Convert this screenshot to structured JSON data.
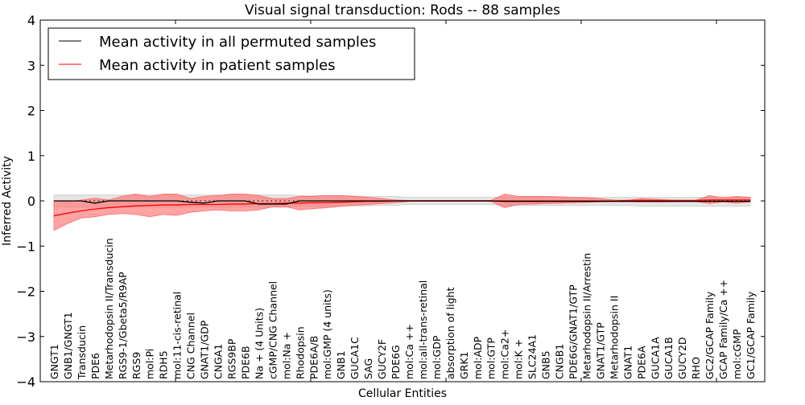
{
  "chart_data": {
    "type": "line",
    "title": "Visual signal transduction: Rods -- 88 samples",
    "xlabel": "Cellular Entities",
    "ylabel": "Inferred Activity",
    "ylim": [
      -4,
      4
    ],
    "yticks": [
      -4,
      -3,
      -2,
      -1,
      0,
      1,
      2,
      3,
      4
    ],
    "legend_placement": "top-left",
    "categories": [
      "GNGT1",
      "GNB1/GNGT1",
      "Transducin",
      "PDE6",
      "Metarhodopsin II/Transducin",
      "RGS9-1/Gbeta5/R9AP",
      "RGS9",
      "mol:Pi",
      "RDH5",
      "mol:11-cis-retinal",
      "CNG Channel",
      "GNAT1/GDP",
      "CNGA1",
      "RGS9BP",
      "PDE6B",
      "Na + (4 Units)",
      "cGMP/CNG Channel",
      "mol:Na +",
      "Rhodopsin",
      "PDE6A/B",
      "mol:GMP (4 units)",
      "GNB1",
      "GUCA1C",
      "SAG",
      "GUCY2F",
      "PDE6G",
      "mol:Ca ++",
      "mol:all-trans-retinal",
      "mol:GDP",
      "absorption of light",
      "GRK1",
      "mol:ADP",
      "mol:GTP",
      "mol:Ca2+",
      "mol:K +",
      "SLC24A1",
      "GNB5",
      "CNGB1",
      "PDE6G/GNAT1/GTP",
      "Metarhodopsin II/Arrestin",
      "GNAT1/GTP",
      "Metarhodopsin II",
      "GNAT1",
      "PDE6A",
      "GUCA1A",
      "GUCA1B",
      "GUCY2D",
      "RHO",
      "GC2/GCAP Family",
      "GCAP Family/Ca ++",
      "mol:cGMP",
      "GC1/GCAP Family"
    ],
    "series": [
      {
        "name": "Mean activity in all permuted samples",
        "color": "#000000",
        "values": [
          0,
          0,
          0,
          -0.05,
          0,
          0,
          0,
          0,
          0,
          0,
          -0.03,
          -0.05,
          0,
          0,
          0,
          -0.07,
          -0.07,
          -0.07,
          0,
          0,
          0,
          0,
          0,
          0,
          0,
          0,
          0,
          0,
          0,
          0,
          0,
          0,
          0,
          -0.01,
          -0.01,
          -0.01,
          -0.01,
          -0.01,
          -0.01,
          -0.01,
          -0.01,
          -0.01,
          -0.01,
          -0.01,
          -0.01,
          -0.01,
          -0.01,
          -0.01,
          -0.01,
          -0.01,
          -0.01,
          -0.01
        ],
        "band_lower": [
          -0.14,
          -0.14,
          -0.14,
          -0.14,
          -0.14,
          -0.14,
          -0.14,
          -0.14,
          -0.14,
          -0.14,
          -0.14,
          -0.14,
          -0.14,
          -0.14,
          -0.14,
          -0.14,
          -0.14,
          -0.14,
          -0.12,
          -0.12,
          -0.12,
          -0.11,
          -0.11,
          -0.11,
          -0.1,
          -0.1,
          -0.08,
          -0.08,
          -0.08,
          -0.08,
          -0.08,
          -0.08,
          -0.08,
          -0.1,
          -0.1,
          -0.1,
          -0.1,
          -0.1,
          -0.1,
          -0.1,
          -0.1,
          -0.1,
          -0.1,
          -0.12,
          -0.12,
          -0.12,
          -0.12,
          -0.12,
          -0.12,
          -0.12,
          -0.12,
          -0.12
        ],
        "band_upper": [
          0.13,
          0.13,
          0.13,
          0.13,
          0.13,
          0.13,
          0.13,
          0.13,
          0.13,
          0.13,
          0.13,
          0.13,
          0.13,
          0.13,
          0.13,
          0.13,
          0.13,
          0.13,
          0.12,
          0.12,
          0.12,
          0.11,
          0.11,
          0.1,
          0.1,
          0.1,
          0.08,
          0.08,
          0.08,
          0.08,
          0.08,
          0.08,
          0.08,
          0.08,
          0.08,
          0.08,
          0.08,
          0.08,
          0.08,
          0.08,
          0.08,
          0.08,
          0.08,
          0.08,
          0.08,
          0.08,
          0.08,
          0.08,
          0.08,
          0.08,
          0.08,
          0.08
        ],
        "band_color": "#cccccc"
      },
      {
        "name": "Mean activity in patient samples",
        "color": "#ff0000",
        "values": [
          -0.33,
          -0.27,
          -0.22,
          -0.18,
          -0.15,
          -0.13,
          -0.11,
          -0.1,
          -0.09,
          -0.09,
          -0.08,
          -0.08,
          -0.08,
          -0.07,
          -0.07,
          -0.06,
          -0.06,
          -0.05,
          -0.05,
          -0.04,
          -0.04,
          -0.03,
          -0.02,
          -0.01,
          -0.01,
          0,
          0,
          0,
          0,
          0,
          0,
          0,
          0,
          0,
          0,
          0,
          0,
          0,
          0,
          0,
          0,
          0,
          0.01,
          0.01,
          0.01,
          0.01,
          0.01,
          0.01,
          0.02,
          0.02,
          0.02,
          0.02
        ],
        "band_lower": [
          -0.65,
          -0.5,
          -0.38,
          -0.35,
          -0.3,
          -0.28,
          -0.3,
          -0.35,
          -0.3,
          -0.32,
          -0.25,
          -0.22,
          -0.2,
          -0.22,
          -0.22,
          -0.2,
          -0.13,
          -0.13,
          -0.2,
          -0.17,
          -0.15,
          -0.12,
          -0.1,
          -0.08,
          -0.06,
          -0.04,
          -0.01,
          -0.01,
          -0.01,
          -0.01,
          -0.01,
          -0.01,
          -0.01,
          -0.15,
          -0.08,
          -0.07,
          -0.06,
          -0.05,
          -0.04,
          -0.03,
          -0.02,
          -0.01,
          -0.01,
          -0.02,
          -0.02,
          -0.02,
          -0.01,
          -0.01,
          -0.06,
          -0.02,
          -0.05,
          -0.02
        ],
        "band_upper": [
          0.0,
          -0.02,
          0.02,
          0.06,
          0.02,
          0.1,
          0.15,
          0.1,
          0.15,
          0.15,
          0.05,
          0.1,
          0.12,
          0.15,
          0.15,
          0.12,
          0.05,
          0.05,
          0.1,
          0.1,
          0.12,
          0.12,
          0.1,
          0.08,
          0.05,
          0.02,
          0.01,
          0.01,
          0.01,
          0.01,
          0.01,
          0.01,
          0.01,
          0.15,
          0.1,
          0.1,
          0.1,
          0.09,
          0.08,
          0.07,
          0.05,
          0.02,
          0.01,
          0.05,
          0.04,
          0.02,
          0.01,
          0.01,
          0.12,
          0.07,
          0.1,
          0.08
        ],
        "band_color": "#ff6666"
      }
    ]
  }
}
